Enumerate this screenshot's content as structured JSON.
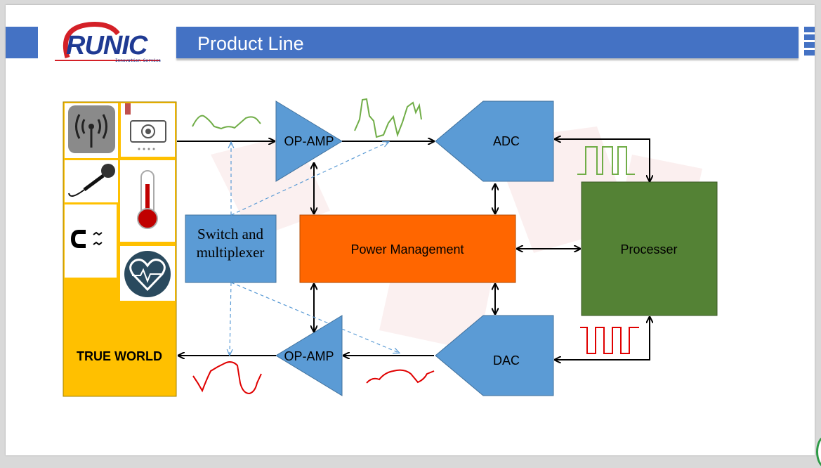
{
  "header": {
    "title": "Product Line",
    "logo_text": "RUNIC",
    "logo_tagline": "Innovation Service",
    "accent_color": "#4472c4"
  },
  "diagram": {
    "true_world": "TRUE WORLD",
    "op_amp_top": "OP-AMP",
    "op_amp_bottom": "OP-AMP",
    "adc": "ADC",
    "dac": "DAC",
    "switch_line1": "Switch and",
    "switch_line2": "multiplexer",
    "power_management": "Power Management",
    "processor": "Processer",
    "colors": {
      "blocks": "#5b9bd5",
      "power": "#ff6600",
      "processor": "#548235",
      "true_world": "#ffc000",
      "input_signal": "#70ad47",
      "output_signal": "#e00000",
      "dashed_lines": "#5b9bd5"
    },
    "sensor_icons": [
      "wireless-icon",
      "camera-icon",
      "microphone-icon",
      "thermometer-icon",
      "magnet-icon",
      "heartbeat-icon"
    ]
  }
}
